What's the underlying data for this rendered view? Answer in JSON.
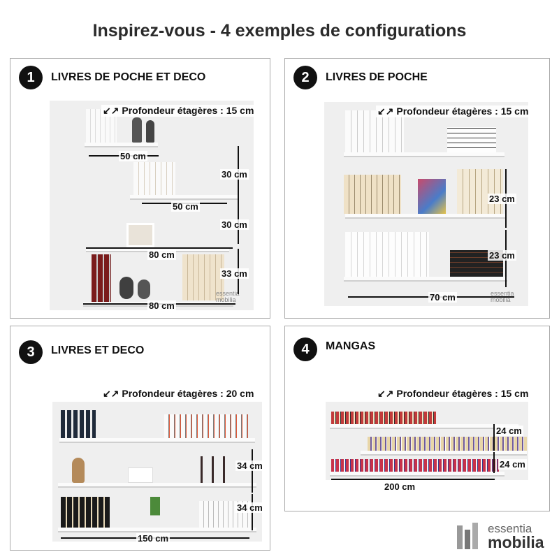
{
  "title": "Inspirez-vous - 4 exemples de configurations",
  "panels": [
    {
      "number": "1",
      "title": "LIVRES DE POCHE ET DECO",
      "depth": "Profondeur étagères : 15 cm",
      "dims": [
        "50 cm",
        "50 cm",
        "80 cm",
        "80 cm",
        "30 cm",
        "30 cm",
        "33 cm"
      ]
    },
    {
      "number": "2",
      "title": "LIVRES DE POCHE",
      "depth": "Profondeur étagères : 15 cm",
      "dims": [
        "23 cm",
        "23 cm",
        "70 cm"
      ]
    },
    {
      "number": "3",
      "title": "LIVRES ET DECO",
      "depth": "Profondeur étagères : 20 cm",
      "dims": [
        "34 cm",
        "34 cm",
        "150 cm"
      ]
    },
    {
      "number": "4",
      "title": "MANGAS",
      "depth": "Profondeur étagères : 15 cm",
      "dims": [
        "24 cm",
        "24 cm",
        "200 cm"
      ]
    }
  ],
  "logo": {
    "top": "essentia",
    "bottom": "mobilia"
  }
}
